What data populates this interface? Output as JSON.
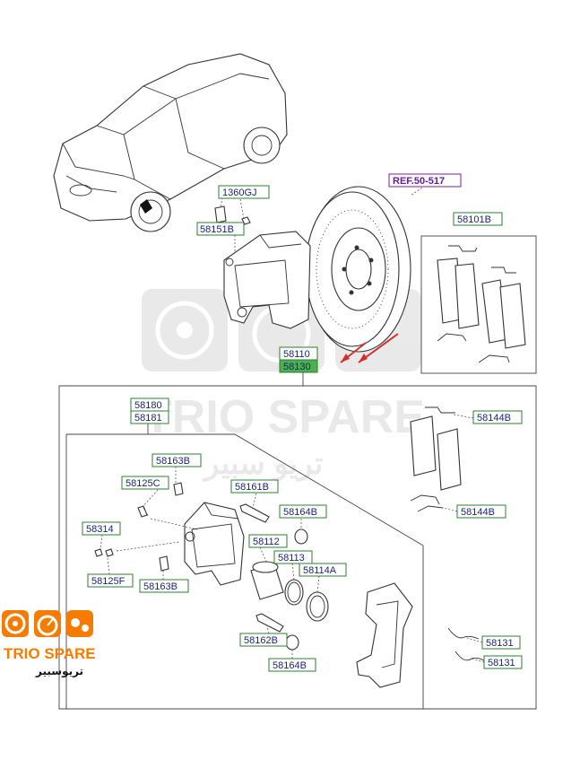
{
  "diagram": {
    "reference_label": "REF.50-517",
    "part_labels": {
      "p1360GJ": "1360GJ",
      "p58151B": "58151B",
      "p58101B": "58101B",
      "p58110": "58110",
      "p58130": "58130",
      "p58180": "58180",
      "p58181": "58181",
      "p58144B_top": "58144B",
      "p58144B_bottom": "58144B",
      "p58163B_top": "58163B",
      "p58125C": "58125C",
      "p58161B": "58161B",
      "p58164B_top": "58164B",
      "p58314": "58314",
      "p58112": "58112",
      "p58113": "58113",
      "p58114A": "58114A",
      "p58125F": "58125F",
      "p58163B_bottom": "58163B",
      "p58162B": "58162B",
      "p58164B_bottom": "58164B",
      "p58131_top": "58131",
      "p58131_bottom": "58131"
    }
  },
  "watermark": {
    "brand": "TRIO SPARE",
    "arabic": "تريو سبير"
  },
  "logo": {
    "brand": "TRIO SPARE",
    "arabic": "تريوسبير"
  },
  "colors": {
    "label_border": "#2e7d32",
    "highlight": "#4caf50",
    "reference_border": "#7b1fa2",
    "arrow": "#d32f2f",
    "logo_orange": "#f57c00"
  }
}
